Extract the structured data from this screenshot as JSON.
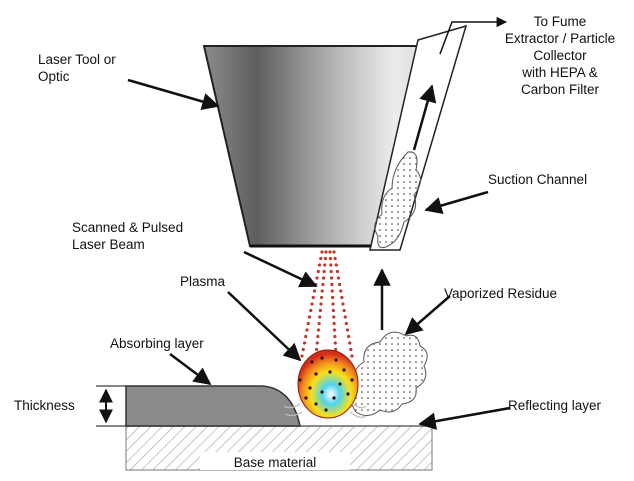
{
  "labels": {
    "laser_tool_line1": "Laser Tool or",
    "laser_tool_line2": "Optic",
    "fume_line1": "To Fume",
    "fume_line2": "Extractor / Particle",
    "fume_line3": "Collector",
    "fume_line4": "with HEPA &",
    "fume_line5": "Carbon Filter",
    "suction_channel": "Suction Channel",
    "beam_line1": "Scanned & Pulsed",
    "beam_line2": "Laser Beam",
    "plasma": "Plasma",
    "vaporized_residue": "Vaporized Residue",
    "absorbing_layer": "Absorbing layer",
    "thickness": "Thickness",
    "reflecting_layer": "Reflecting layer",
    "base_material": "Base material"
  },
  "colors": {
    "beam": "#c0392b",
    "plasma_red": "#d62c1a",
    "plasma_yellow": "#f7e11a",
    "plasma_cyan": "#4fd3ee",
    "absorbing_layer": "#8a8a8a",
    "base_hatch": "#9a9a9a",
    "optic_dark": "#5a5a5a",
    "optic_light": "#e6e6e6"
  }
}
